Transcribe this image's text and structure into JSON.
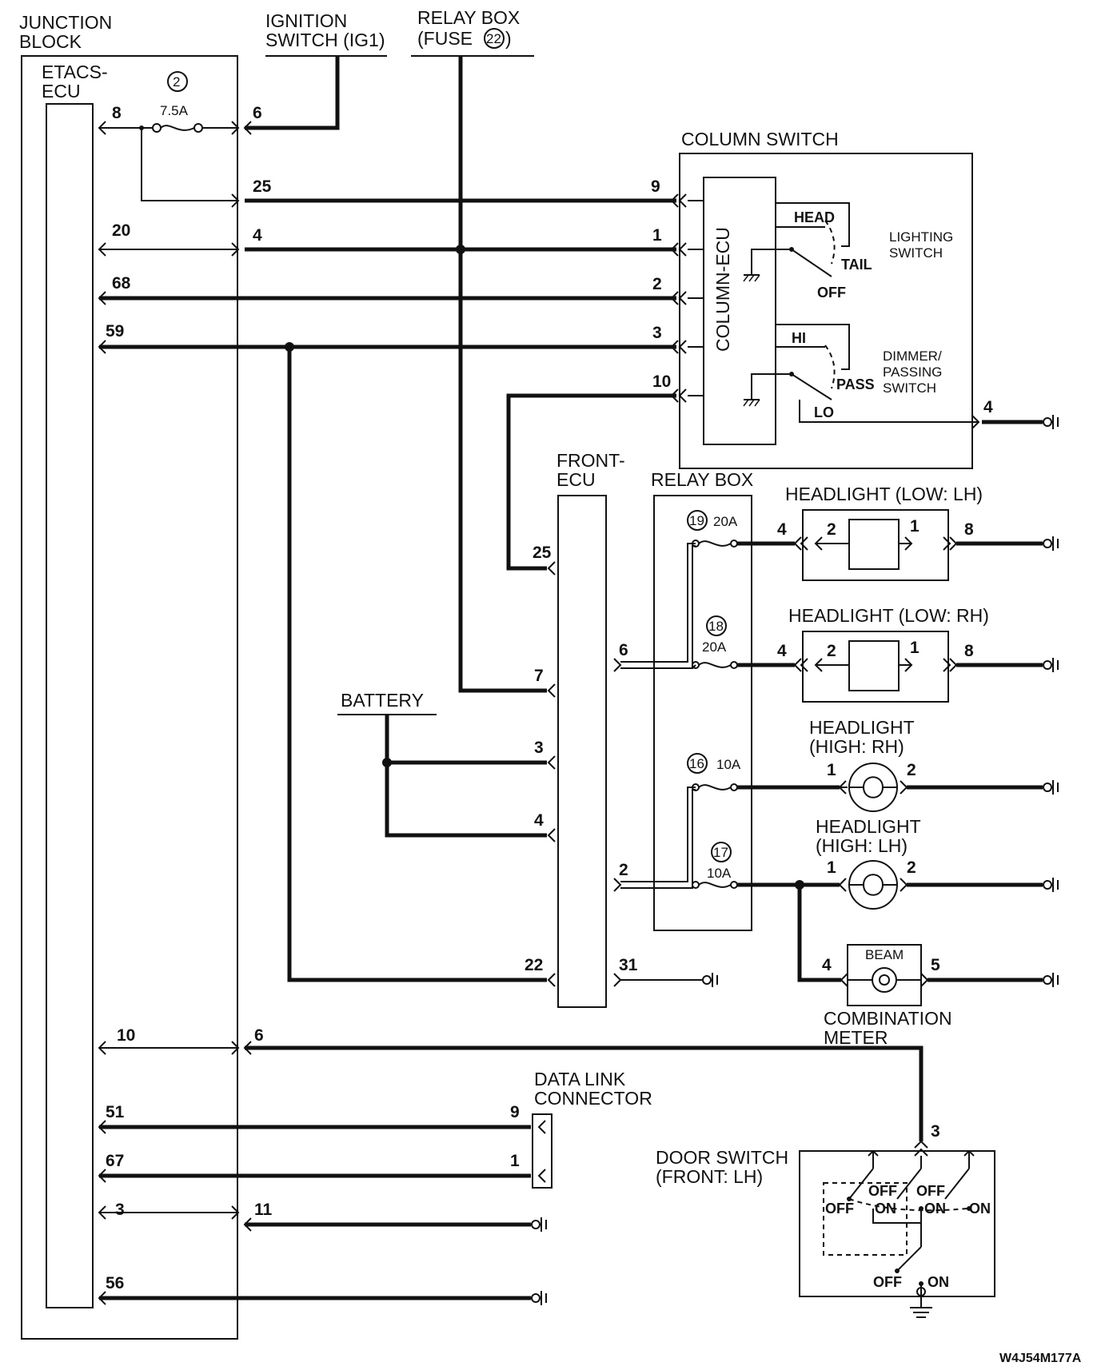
{
  "labels": {
    "junction_block": [
      "JUNCTION",
      "BLOCK"
    ],
    "etacs_ecu": [
      "ETACS-",
      "ECU"
    ],
    "ignition_switch": [
      "IGNITION",
      "SWITCH (IG1)"
    ],
    "relay_box_fuse": [
      "RELAY BOX",
      "(FUSE ",
      " )"
    ],
    "fuse_22": "22",
    "fuse_2": "2",
    "fuse_2_rating": "7.5A",
    "column_switch": "COLUMN SWITCH",
    "column_ecu": "COLUMN-ECU",
    "lighting_switch": [
      "LIGHTING",
      "SWITCH"
    ],
    "dimmer_switch": [
      "DIMMER/",
      "PASSING",
      "SWITCH"
    ],
    "head": "HEAD",
    "tail": "TAIL",
    "off": "OFF",
    "hi": "HI",
    "pass": "PASS",
    "lo": "LO",
    "front_ecu": [
      "FRONT-",
      "ECU"
    ],
    "relay_box": "RELAY BOX",
    "battery": "BATTERY",
    "headlight_low_lh": "HEADLIGHT (LOW: LH)",
    "headlight_low_rh": "HEADLIGHT (LOW: RH)",
    "headlight_high_rh": [
      "HEADLIGHT",
      "(HIGH: RH)"
    ],
    "headlight_high_lh": [
      "HEADLIGHT",
      "(HIGH: LH)"
    ],
    "beam": "BEAM",
    "combination_meter": [
      "COMBINATION",
      "METER"
    ],
    "data_link_connector": [
      "DATA LINK",
      "CONNECTOR"
    ],
    "door_switch": [
      "DOOR SWITCH",
      "(FRONT: LH)"
    ],
    "door_off": "OFF",
    "door_on": "ON",
    "diagram_code": "W4J54M177A"
  },
  "relay_fuses": [
    {
      "number": "19",
      "rating": "20A"
    },
    {
      "number": "18",
      "rating": "20A"
    },
    {
      "number": "16",
      "rating": "10A"
    },
    {
      "number": "17",
      "rating": "10A"
    }
  ],
  "pins": {
    "etacs_left": [
      "8",
      "20",
      "68",
      "59",
      "10",
      "51",
      "67",
      "3",
      "56"
    ],
    "etacs_right": [
      "6",
      "25",
      "4",
      "6",
      "11"
    ],
    "column_switch": [
      "9",
      "1",
      "2",
      "3",
      "10",
      "4"
    ],
    "front_ecu_left": [
      "25",
      "7",
      "3",
      "4",
      "22"
    ],
    "front_ecu_right": [
      "6",
      "2",
      "31"
    ],
    "headlight_low_lh": [
      "4",
      "2",
      "1",
      "8"
    ],
    "headlight_low_rh": [
      "4",
      "2",
      "1",
      "8"
    ],
    "headlight_high_rh": [
      "1",
      "2"
    ],
    "headlight_high_lh": [
      "1",
      "2"
    ],
    "combination_meter": [
      "4",
      "5"
    ],
    "data_link": [
      "9",
      "1"
    ],
    "door_switch": "3"
  }
}
